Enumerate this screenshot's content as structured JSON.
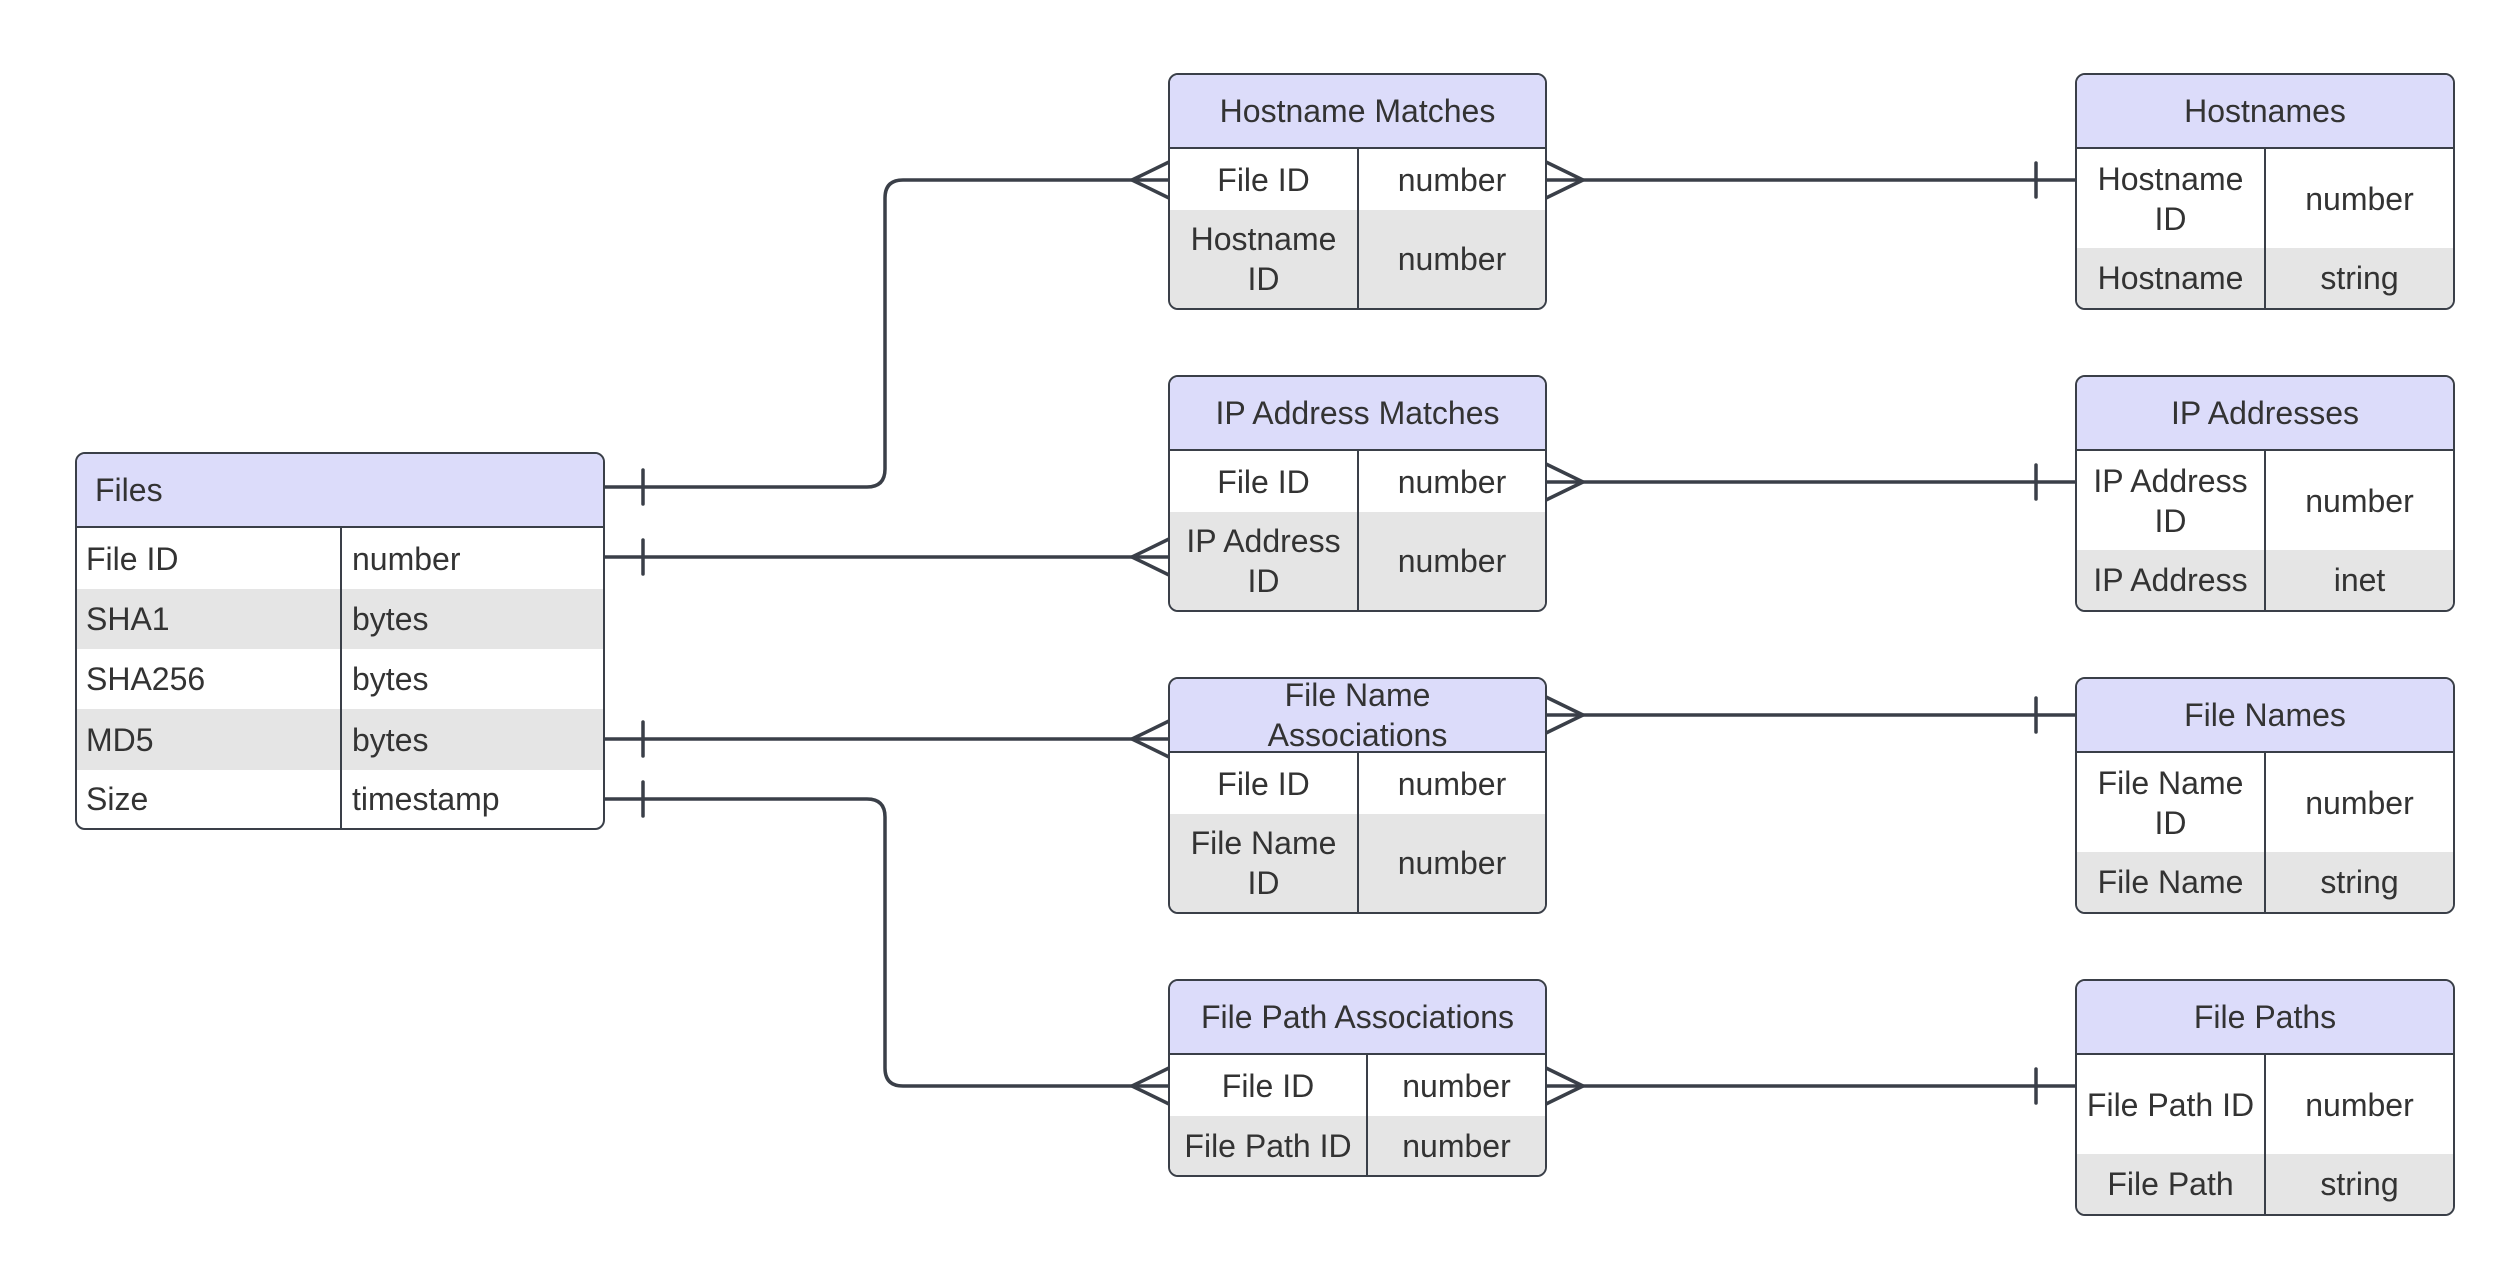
{
  "entities": {
    "files": {
      "title": "Files",
      "rows": [
        {
          "field": "File ID",
          "type": "number"
        },
        {
          "field": "SHA1",
          "type": "bytes"
        },
        {
          "field": "SHA256",
          "type": "bytes"
        },
        {
          "field": "MD5",
          "type": "bytes"
        },
        {
          "field": "Size",
          "type": "timestamp"
        }
      ]
    },
    "hostname_matches": {
      "title": "Hostname Matches",
      "rows": [
        {
          "field": "File ID",
          "type": "number"
        },
        {
          "field": "Hostname ID",
          "type": "number"
        }
      ]
    },
    "ip_address_matches": {
      "title": "IP Address Matches",
      "rows": [
        {
          "field": "File ID",
          "type": "number"
        },
        {
          "field": "IP Address ID",
          "type": "number"
        }
      ]
    },
    "file_name_associations": {
      "title": "File Name Associations",
      "rows": [
        {
          "field": "File ID",
          "type": "number"
        },
        {
          "field": "File Name ID",
          "type": "number"
        }
      ]
    },
    "file_path_associations": {
      "title": "File Path Associations",
      "rows": [
        {
          "field": "File ID",
          "type": "number"
        },
        {
          "field": "File Path ID",
          "type": "number"
        }
      ]
    },
    "hostnames": {
      "title": "Hostnames",
      "rows": [
        {
          "field": "Hostname ID",
          "type": "number"
        },
        {
          "field": "Hostname",
          "type": "string"
        }
      ]
    },
    "ip_addresses": {
      "title": "IP Addresses",
      "rows": [
        {
          "field": "IP Address ID",
          "type": "number"
        },
        {
          "field": "IP Address",
          "type": "inet"
        }
      ]
    },
    "file_names": {
      "title": "File Names",
      "rows": [
        {
          "field": "File Name ID",
          "type": "number"
        },
        {
          "field": "File Name",
          "type": "string"
        }
      ]
    },
    "file_paths": {
      "title": "File Paths",
      "rows": [
        {
          "field": "File Path ID",
          "type": "number"
        },
        {
          "field": "File Path",
          "type": "string"
        }
      ]
    }
  },
  "colors": {
    "header": "#dcdcfa",
    "shaded_row": "#e5e5e5",
    "line": "#3a3f48",
    "text": "#333333"
  }
}
